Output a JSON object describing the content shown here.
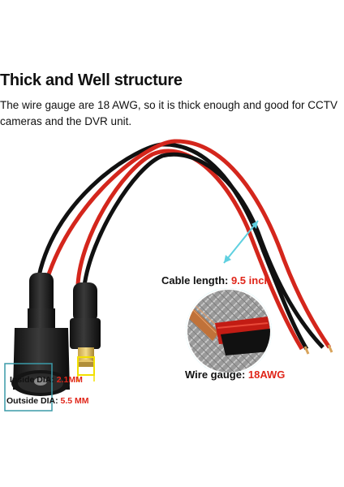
{
  "heading": "Thick and Well structure",
  "description": "The wire gauge are 18 AWG, so it is thick enough and good for CCTV cameras and the DVR unit.",
  "cable_length": {
    "label": "Cable length: ",
    "value": "9.5 inch"
  },
  "wire_gauge": {
    "label": "Wire gauge: ",
    "value": "18AWG"
  },
  "inside_dia": {
    "label": "Inside DIA: ",
    "value": "2.1MM"
  },
  "outside_dia": {
    "label": "Outside DIA: ",
    "value": "5.5 MM"
  },
  "colors": {
    "red_wire": "#d4261c",
    "black_wire": "#111111",
    "callout_line": "#5fd0e0",
    "highlight_box": "#f2e000",
    "value_red": "#e0261a"
  }
}
